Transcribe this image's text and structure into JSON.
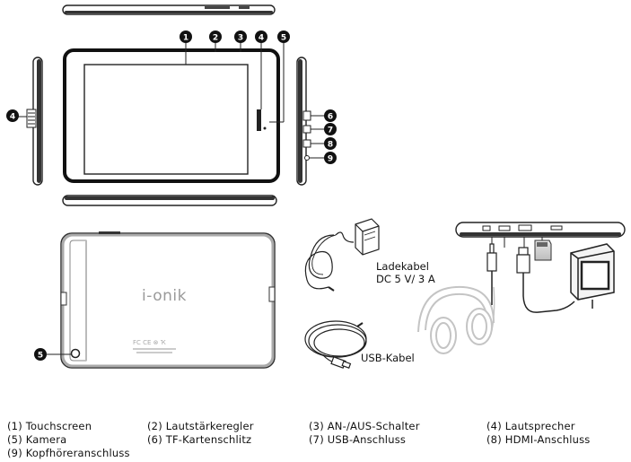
{
  "callouts": [
    "1",
    "2",
    "3",
    "4",
    "5",
    "6",
    "7",
    "8",
    "9"
  ],
  "tablet_back_logo": "i-onik",
  "captions": {
    "charger": [
      "Ladekabel",
      "DC 5 V/ 3 A"
    ],
    "usb_cable": "USB-Kabel"
  },
  "legend": [
    "(1) Touchscreen",
    "(2) Lautstärkeregler",
    "(3) AN-/AUS-Schalter",
    "(4) Lautsprecher",
    "(5) Kamera",
    "(6) TF-Kartenschlitz",
    "(7) USB-Anschluss",
    "(8) HDMI-Anschluss",
    "(9) Kopfhöreranschluss"
  ]
}
